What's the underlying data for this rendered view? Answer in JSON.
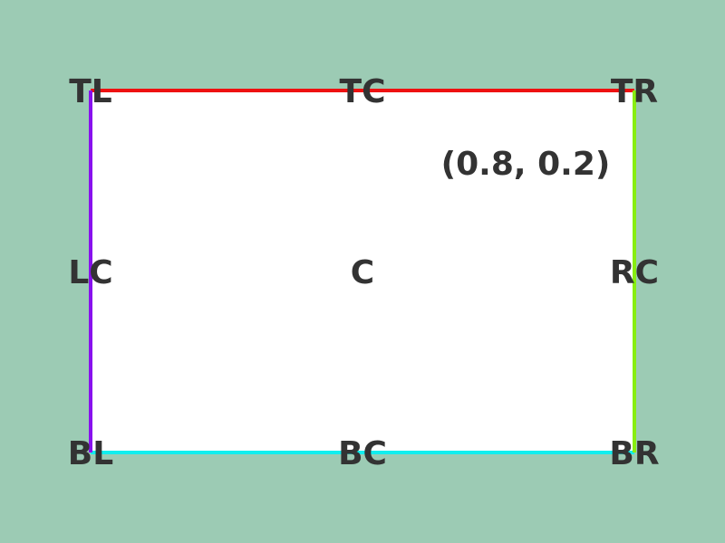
{
  "colors": {
    "background": "#9ccbb4",
    "panel": "#ffffff",
    "text": "#333333",
    "top_edge": "#ee1111",
    "bottom_edge": "#11eeee",
    "left_edge": "#8811ee",
    "right_edge": "#88ee11"
  },
  "labels": {
    "top_left": "TL",
    "top_center": "TC",
    "top_right": "TR",
    "left_center": "LC",
    "center": "C",
    "right_center": "RC",
    "bottom_left": "BL",
    "bottom_center": "BC",
    "bottom_right": "BR"
  },
  "point_label": "(0.8, 0.2)"
}
